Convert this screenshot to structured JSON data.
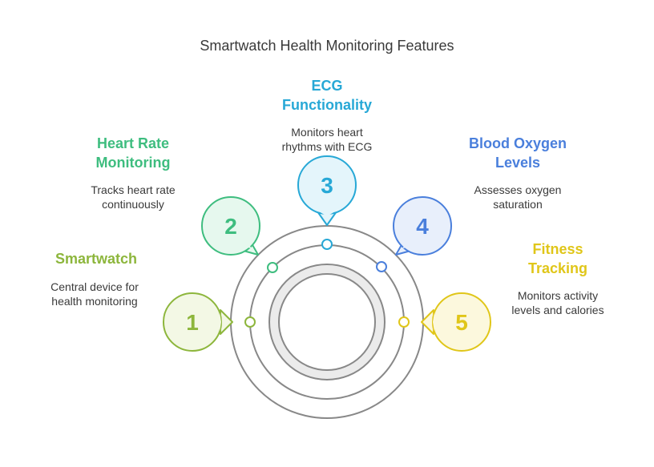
{
  "title": "Smartwatch Health Monitoring Features",
  "features": [
    {
      "number": "1",
      "title": "Smartwatch",
      "description": "Central device for health monitoring",
      "color": "#8db63c",
      "fill": "#f3f8e5"
    },
    {
      "number": "2",
      "title": "Heart Rate Monitoring",
      "description": "Tracks heart rate continuously",
      "color": "#3ebd7f",
      "fill": "#e6f8ee"
    },
    {
      "number": "3",
      "title": "ECG Functionality",
      "description": "Monitors heart rhythms with ECG",
      "color": "#27a8d6",
      "fill": "#e4f5fb"
    },
    {
      "number": "4",
      "title": "Blood Oxygen Levels",
      "description": "Assesses oxygen saturation",
      "color": "#4a7fdc",
      "fill": "#e8effb"
    },
    {
      "number": "5",
      "title": "Fitness Tracking",
      "description": "Monitors activity levels and calories",
      "color": "#e0c619",
      "fill": "#fcf8dd"
    }
  ]
}
